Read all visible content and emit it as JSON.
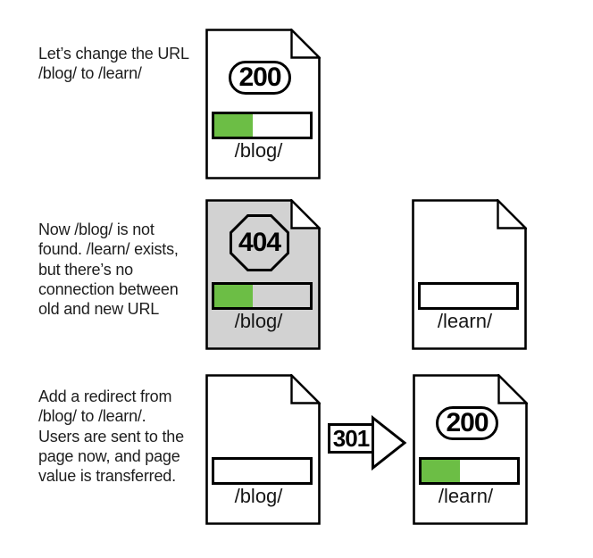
{
  "colors": {
    "green_fill": "#6cbe45",
    "gray_document": "#d2d2d2",
    "ink": "#000000",
    "text": "#1d1d1d"
  },
  "rows": [
    {
      "caption": "Let’s change the URL\n/blog/ to /learn/",
      "docs": [
        {
          "badge": "200",
          "badge_shape": "pill",
          "url": "/blog/",
          "bar_fill_percent": 40,
          "variant": "white"
        }
      ]
    },
    {
      "caption": "Now /blog/ is not\nfound. /learn/ exists,\nbut there’s no\nconnection between\nold and new URL",
      "docs": [
        {
          "badge": "404",
          "badge_shape": "octagon",
          "url": "/blog/",
          "bar_fill_percent": 40,
          "variant": "gray"
        },
        {
          "badge": null,
          "badge_shape": null,
          "url": "/learn/",
          "bar_fill_percent": 0,
          "variant": "white"
        }
      ]
    },
    {
      "caption": "Add a redirect from\n/blog/ to /learn/.\nUsers are sent to the\npage now, and page\nvalue is transferred.",
      "arrow_label": "301",
      "docs": [
        {
          "badge": null,
          "badge_shape": null,
          "url": "/blog/",
          "bar_fill_percent": 0,
          "variant": "white"
        },
        {
          "badge": "200",
          "badge_shape": "pill",
          "url": "/learn/",
          "bar_fill_percent": 40,
          "variant": "white"
        }
      ]
    }
  ]
}
